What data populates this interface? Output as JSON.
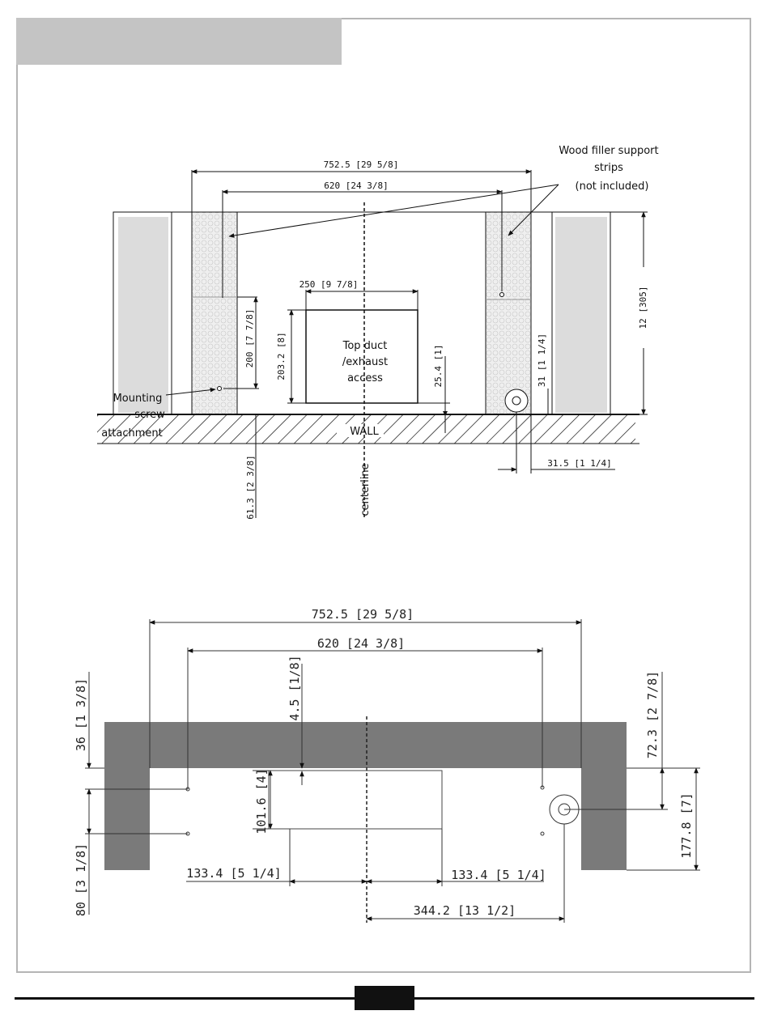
{
  "top_diagram": {
    "annotations": {
      "wood_filler": [
        "Wood filler support",
        "strips",
        "(not included)"
      ],
      "mounting": [
        "Mounting",
        "screw",
        "attachment"
      ],
      "duct": [
        "Top duct",
        "/exhaust",
        "access"
      ],
      "wall": "WALL",
      "centerline": "centerline"
    },
    "dimensions": {
      "overall_width": "752.5 [29 5/8]",
      "inner_width": "620 [24 3/8]",
      "duct_width": "250 [9 7/8]",
      "duct_height": "203.2 [8]",
      "duct_offset": "25.4 [1]",
      "screw_height": "200 [7 7/8]",
      "side_height": "12 [305]",
      "right_offset": "31 [1 1/4]",
      "left_offset": "61.3 [2 3/8]",
      "bottom_offset": "31.5 [1 1/4]"
    }
  },
  "bottom_diagram": {
    "dimensions": {
      "overall_width": "752.5 [29 5/8]",
      "inner_width": "620 [24 3/8]",
      "gap": "4.5 [1/8]",
      "left_top": "36 [1 3/8]",
      "left_bottom": "80 [3 1/8]",
      "opening_height": "101.6 [4]",
      "left_half": "133.4 [5 1/4]",
      "right_half": "133.4 [5 1/4]",
      "pipe_offset": "344.2 [13 1/2]",
      "right_top": "72.3 [2 7/8]",
      "right_total": "177.8 [7]"
    }
  },
  "colors": {
    "frame": "#b5b5b5",
    "header": "#c4c4c4",
    "dark_fill": "#7a7a7a",
    "light_fill": "#dedede"
  }
}
